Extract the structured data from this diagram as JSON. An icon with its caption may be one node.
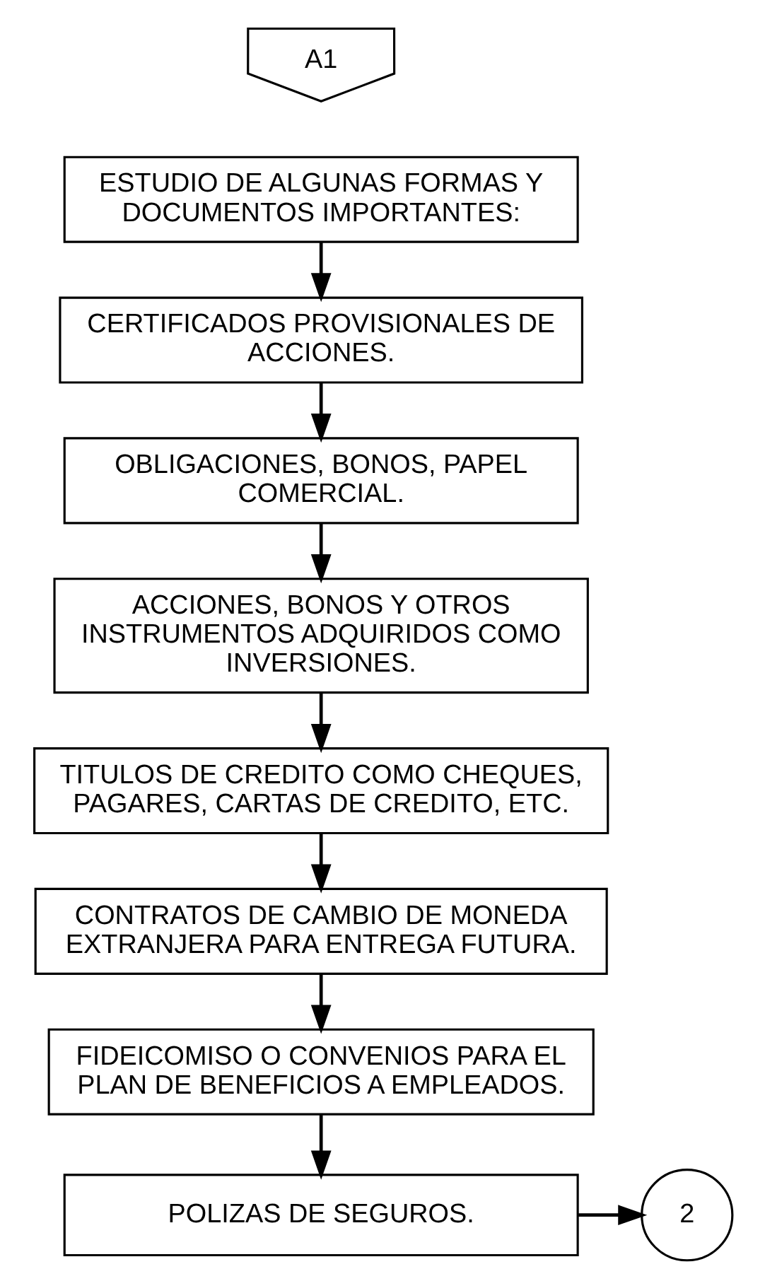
{
  "diagram": {
    "nodes": [
      {
        "text": [
          "A1"
        ]
      },
      {
        "text": [
          "ESTUDIO DE ALGUNAS FORMAS Y DOCUMENTOS IMPORTANTES:"
        ]
      },
      {
        "text": [
          "CERTIFICADOS PROVISIONALES DE ACCIONES."
        ]
      },
      {
        "text": [
          "OBLIGACIONES, BONOS, PAPEL COMERCIAL."
        ]
      },
      {
        "text": [
          "ACCIONES, BONOS Y OTROS INSTRUMENTOS ADQUIRIDOS COMO INVERSIONES."
        ]
      },
      {
        "text": [
          "TITULOS DE CREDITO COMO CHEQUES, PAGARES, CARTAS DE CREDITO, ETC."
        ]
      },
      {
        "text": [
          "CONTRATOS DE CAMBIO DE MONEDA EXTRANJERA PARA ENTREGA FUTURA."
        ]
      },
      {
        "text": [
          "FIDEICOMISO O CONVENIOS PARA EL PLAN DE BENEFICIOS A EMPLEADOS."
        ]
      },
      {
        "text": [
          "POLIZAS DE SEGUROS."
        ]
      },
      {
        "text": [
          "2"
        ]
      }
    ],
    "edges": [
      {
        "from": 1,
        "to": 2,
        "arrow": "to"
      },
      {
        "from": 2,
        "to": 3,
        "arrow": "to"
      },
      {
        "from": 3,
        "to": 4,
        "arrow": "to"
      },
      {
        "from": 4,
        "to": 5,
        "arrow": "to"
      },
      {
        "from": 5,
        "to": 6,
        "arrow": "to"
      },
      {
        "from": 6,
        "to": 7,
        "arrow": "to"
      },
      {
        "from": 7,
        "to": 8,
        "arrow": "to"
      },
      {
        "from": 8,
        "to": 9,
        "arrow": "to"
      }
    ]
  }
}
